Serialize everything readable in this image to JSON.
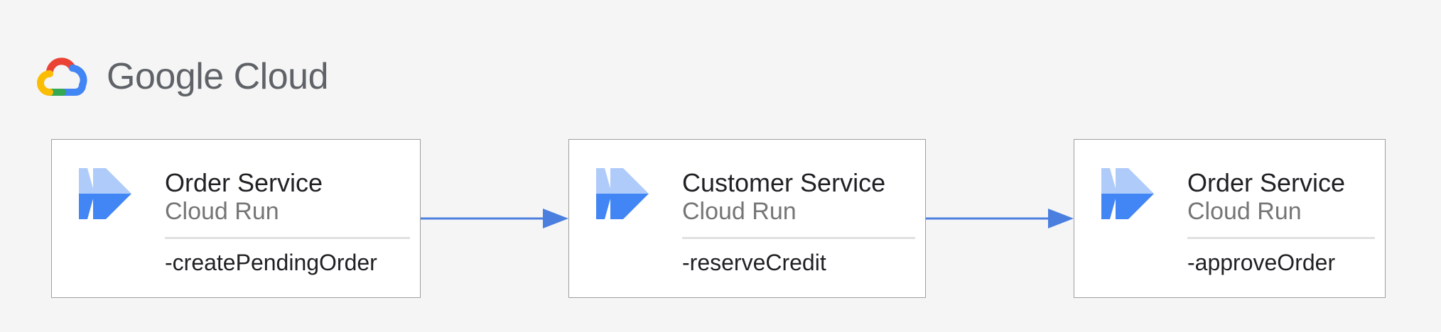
{
  "brand": {
    "name": "Google Cloud",
    "icon": "google-cloud-logo-icon"
  },
  "colors": {
    "background": "#f5f5f5",
    "arrow": "#4a7fe0",
    "run_icon_dark": "#4285f4",
    "run_icon_light": "#aecbfa",
    "logo_red": "#ea4335",
    "logo_blue": "#4285f4",
    "logo_yellow": "#fbbc04",
    "logo_green": "#34a853"
  },
  "services": [
    {
      "title": "Order Service",
      "subtitle": "Cloud Run",
      "method": "-createPendingOrder",
      "icon": "cloud-run-icon"
    },
    {
      "title": "Customer Service",
      "subtitle": "Cloud Run",
      "method": "-reserveCredit",
      "icon": "cloud-run-icon"
    },
    {
      "title": "Order Service",
      "subtitle": "Cloud Run",
      "method": "-approveOrder",
      "icon": "cloud-run-icon"
    }
  ],
  "connections": [
    {
      "from": 0,
      "to": 1
    },
    {
      "from": 1,
      "to": 2
    }
  ]
}
